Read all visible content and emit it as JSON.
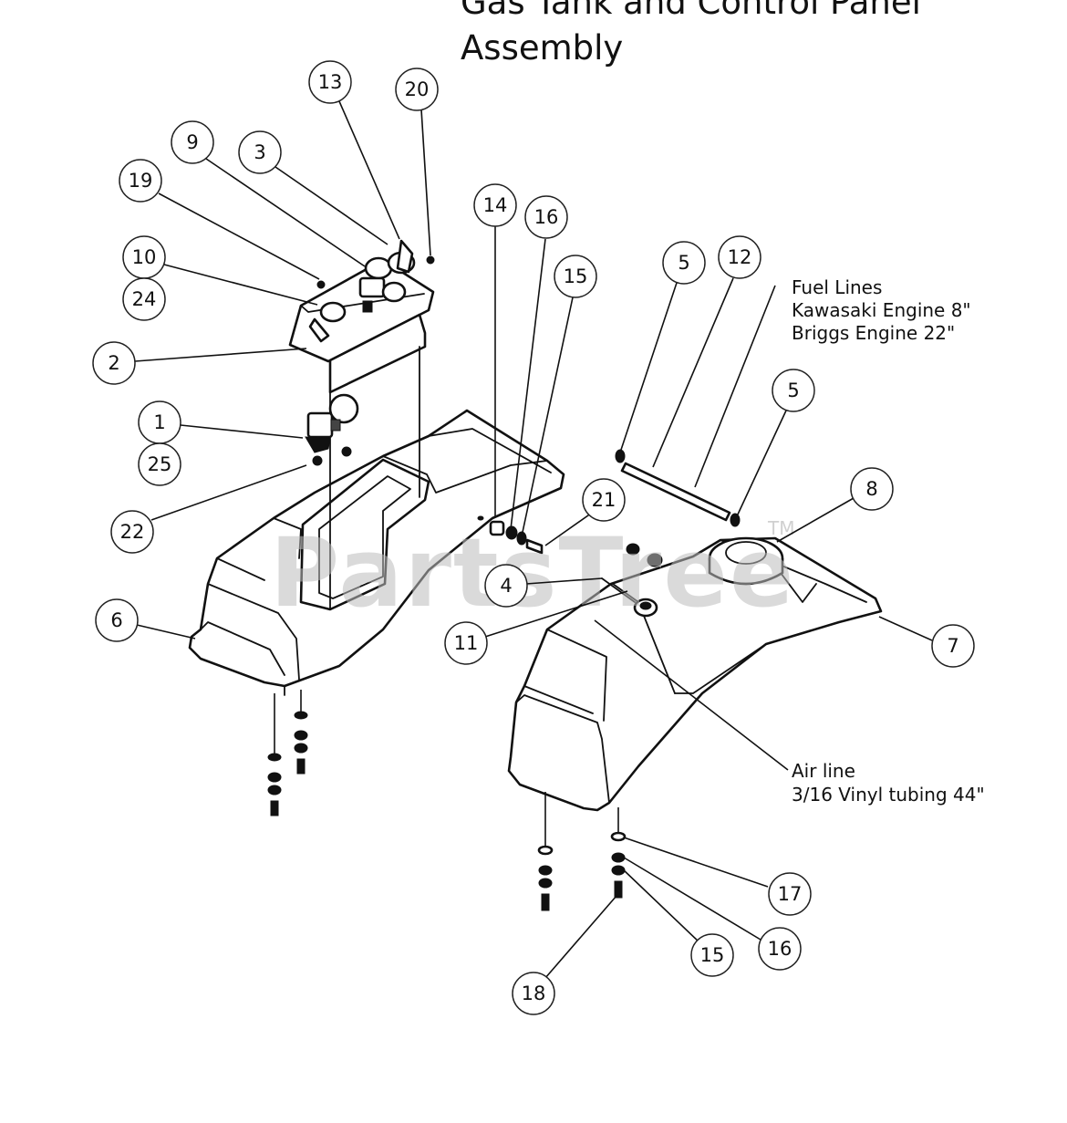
{
  "title": {
    "line1": "Gas Tank and Control Panel",
    "line2": "Assembly"
  },
  "watermark": {
    "text": "PartsTree",
    "tm": "TM"
  },
  "notes": {
    "fuel_lines": {
      "line1": "Fuel Lines",
      "line2": "Kawasaki Engine 8\"",
      "line3": "Briggs Engine 22\""
    },
    "air_line": {
      "line1": "Air line",
      "line2": "3/16 Vinyl tubing 44\""
    }
  },
  "callouts": [
    {
      "id": "c13",
      "label": "13"
    },
    {
      "id": "c20",
      "label": "20"
    },
    {
      "id": "c9",
      "label": "9"
    },
    {
      "id": "c3",
      "label": "3"
    },
    {
      "id": "c19",
      "label": "19"
    },
    {
      "id": "c10",
      "label": "10"
    },
    {
      "id": "c24",
      "label": "24"
    },
    {
      "id": "c2",
      "label": "2"
    },
    {
      "id": "c1",
      "label": "1"
    },
    {
      "id": "c25",
      "label": "25"
    },
    {
      "id": "c22",
      "label": "22"
    },
    {
      "id": "c6",
      "label": "6"
    },
    {
      "id": "c14",
      "label": "14"
    },
    {
      "id": "c16a",
      "label": "16"
    },
    {
      "id": "c15a",
      "label": "15"
    },
    {
      "id": "c21",
      "label": "21"
    },
    {
      "id": "c4",
      "label": "4"
    },
    {
      "id": "c11",
      "label": "11"
    },
    {
      "id": "c5a",
      "label": "5"
    },
    {
      "id": "c12",
      "label": "12"
    },
    {
      "id": "c5b",
      "label": "5"
    },
    {
      "id": "c8",
      "label": "8"
    },
    {
      "id": "c7",
      "label": "7"
    },
    {
      "id": "c17",
      "label": "17"
    },
    {
      "id": "c16b",
      "label": "16"
    },
    {
      "id": "c15b",
      "label": "15"
    },
    {
      "id": "c18",
      "label": "18"
    }
  ],
  "colors": {
    "line": "#111111",
    "watermark": "#bdbdbd",
    "background": "#ffffff"
  }
}
